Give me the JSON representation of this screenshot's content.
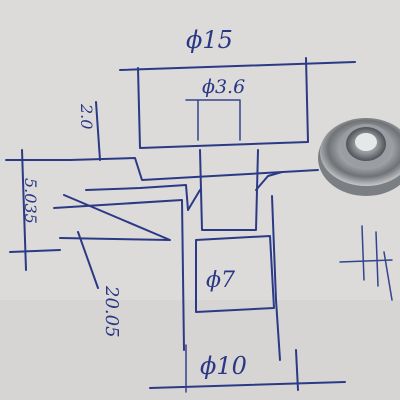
{
  "sketch": {
    "labels": {
      "d15": "ϕ15",
      "d3_6": "ϕ3.6",
      "d7": "ϕ7",
      "d10": "ϕ10",
      "h2": "2.0",
      "h5": "5.035",
      "h20": "20.05"
    }
  },
  "colors": {
    "paper": "#d9d8d6",
    "ink": "#2c3a86",
    "metal": "#b9bbbd"
  }
}
